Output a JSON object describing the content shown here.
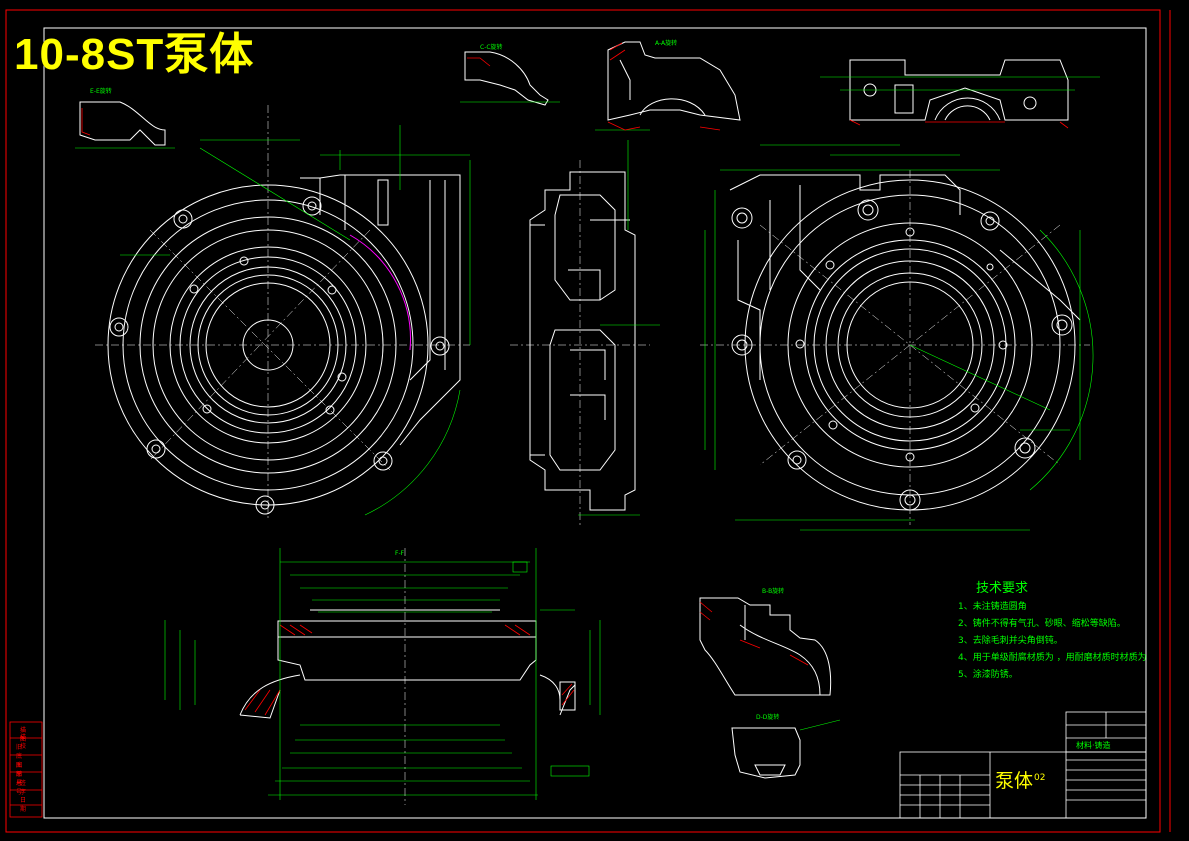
{
  "drawing": {
    "title": "10-8ST泵体",
    "part_name": "泵体",
    "part_code": "02",
    "material_label": "材料·铸造"
  },
  "technical_requirements": {
    "heading": "技术要求",
    "items": [
      "1、未注铸造圆角",
      "2、铸件不得有气孔、砂眼、缩松等缺陷。",
      "3、去除毛刺并尖角倒钝。",
      "4、用于单级耐腐材质为      ，用耐磨材质时材质为",
      "5、涂漆防锈。"
    ]
  },
  "left_sidebar": {
    "labels": [
      "描图",
      "描校",
      "旧底图总号",
      "底图总号",
      "签字",
      "日期"
    ]
  },
  "section_labels": {
    "a": "A-A旋转",
    "b": "B-B旋转",
    "c": "C-C旋转",
    "d": "D-D旋转",
    "e": "E-E旋转",
    "f": "F-F"
  },
  "colors": {
    "background": "#000000",
    "geometry": "#ffffff",
    "dimension": "#00ff00",
    "border": "#ff0000",
    "title": "#ffff00",
    "centerline": "#ff00ff",
    "accent": "#00ffff"
  }
}
